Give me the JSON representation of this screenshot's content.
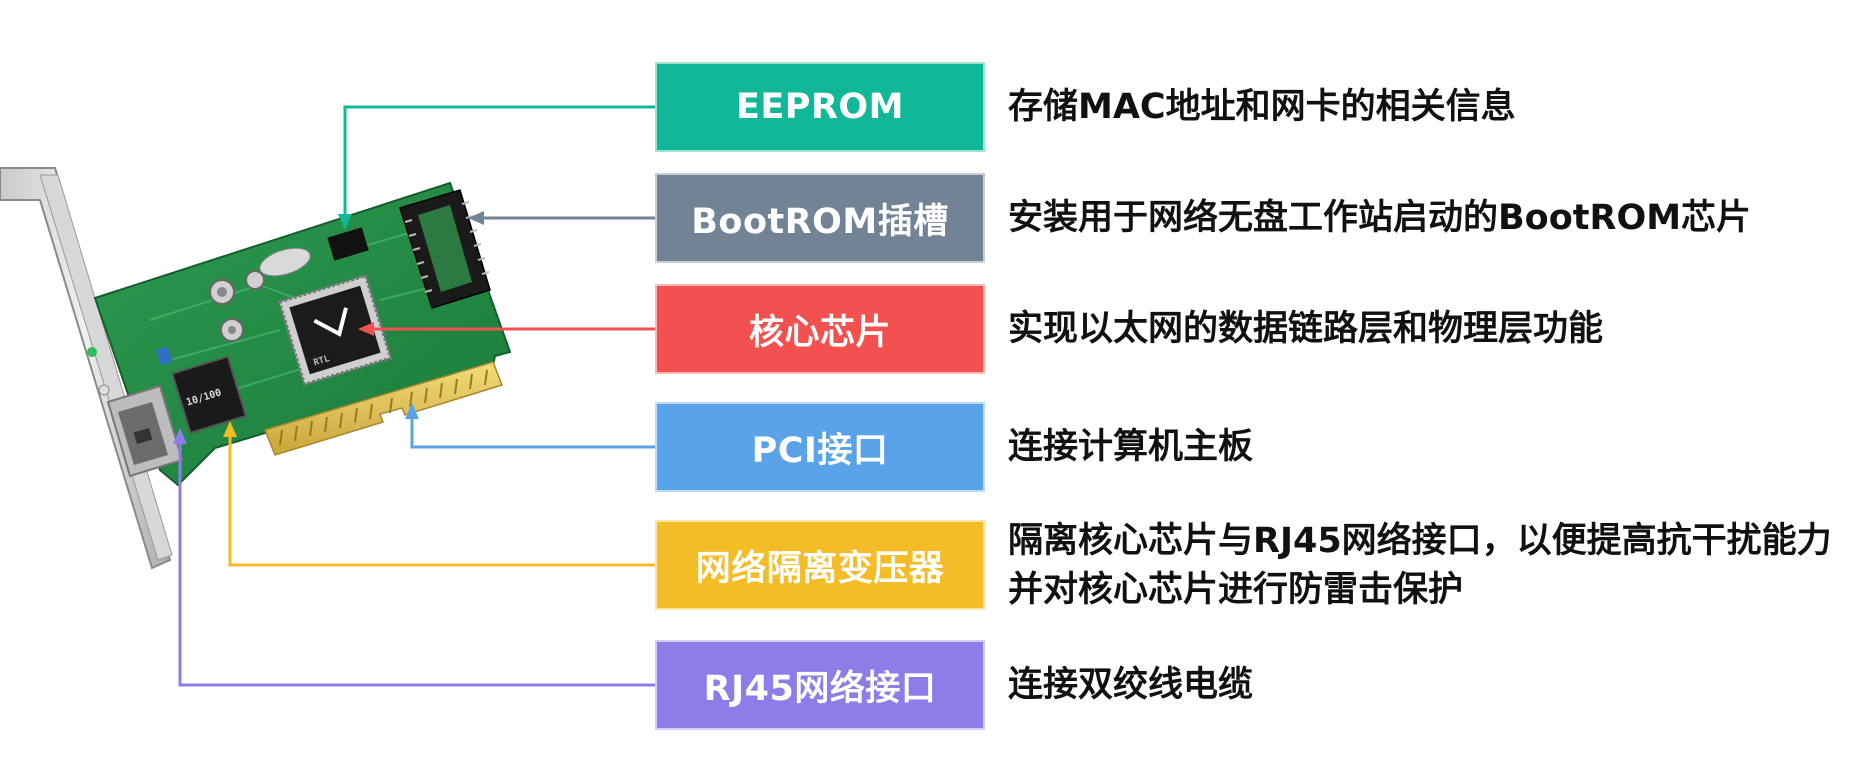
{
  "items": [
    {
      "label": "EEPROM",
      "color": "#10b898",
      "description": "存储MAC地址和网卡的相关信息"
    },
    {
      "label": "BootROM插槽",
      "color": "#738396",
      "description": "安装用于网络无盘工作站启动的BootROM芯片"
    },
    {
      "label": "核心芯片",
      "color": "#f35050",
      "description": "实现以太网的数据链路层和物理层功能"
    },
    {
      "label": "PCI接口",
      "color": "#5aa3e8",
      "description": "连接计算机主板"
    },
    {
      "label": "网络隔离变压器",
      "color": "#f4bc26",
      "description": "隔离核心芯片与RJ45网络接口，以便提高抗干扰能力并对核心芯片进行防雷击保护"
    },
    {
      "label": "RJ45网络接口",
      "color": "#8d7de8",
      "description": "连接双绞线电缆"
    }
  ],
  "card": {
    "chip_text": "RTL",
    "transformer_text": "10/100"
  }
}
